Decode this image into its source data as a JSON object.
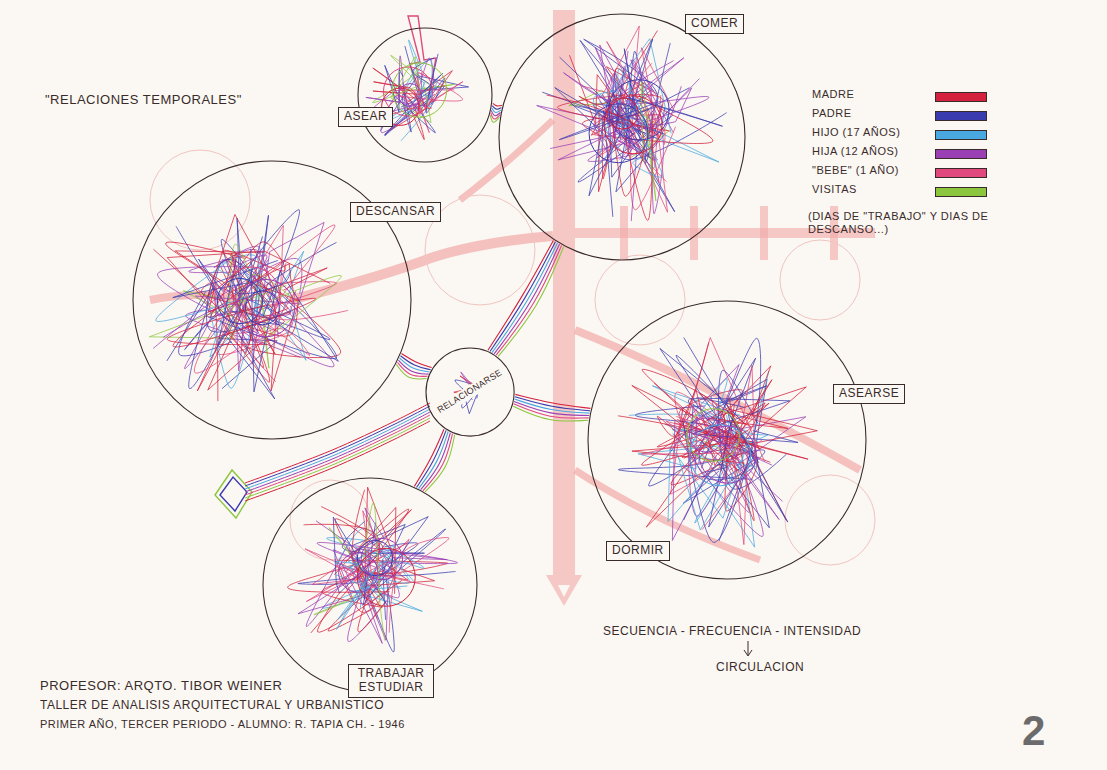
{
  "diagram": {
    "title": "\"RELACIONES TEMPORALES\"",
    "nodes": [
      {
        "text": [
          "ASEAR"
        ]
      },
      {
        "text": [
          "COMER"
        ]
      },
      {
        "text": [
          "DESCANSAR"
        ]
      },
      {
        "text": [
          "RELACIONARSE"
        ]
      },
      {
        "text": [
          "ASEARSE",
          "DORMIR"
        ]
      },
      {
        "text": [
          "TRABAJAR ESTUDIAR"
        ]
      }
    ],
    "edges": [
      {
        "from": 0,
        "to": 1,
        "arrow": "none"
      },
      {
        "from": 2,
        "to": 3,
        "arrow": "none"
      },
      {
        "from": 3,
        "to": 1,
        "arrow": "none"
      },
      {
        "from": 3,
        "to": 4,
        "arrow": "none"
      },
      {
        "from": 5,
        "to": 3,
        "arrow": "none"
      }
    ],
    "labels": [
      "(DIAS DE \"TRABAJO\" Y DIAS DE DESCANSO...)",
      "SECUENCIA - FRECUENCIA - INTENSIDAD",
      "CIRCULACION",
      "PROFESOR: ARQTO. TIBOR WEINER",
      "TALLER DE ANALISIS ARQUITECTURAL Y URBANISTICO",
      "PRIMER AÑO, TERCER PERIODO - ALUMNO: R. TAPIA CH. - 1946",
      "2"
    ],
    "legend": [
      {
        "text": "MADRE",
        "color": "#d4213d"
      },
      {
        "text": "PADRE",
        "color": "#3b3bb0"
      },
      {
        "text": "HIJO (17 AÑOS)",
        "color": "#4aa8e0"
      },
      {
        "text": "HIJA (12 AÑOS)",
        "color": "#9b3fb5"
      },
      {
        "text": "\"BEBE\" (1 AÑO)",
        "color": "#e0487e"
      },
      {
        "text": "VISITAS",
        "color": "#8cc63f"
      }
    ]
  }
}
